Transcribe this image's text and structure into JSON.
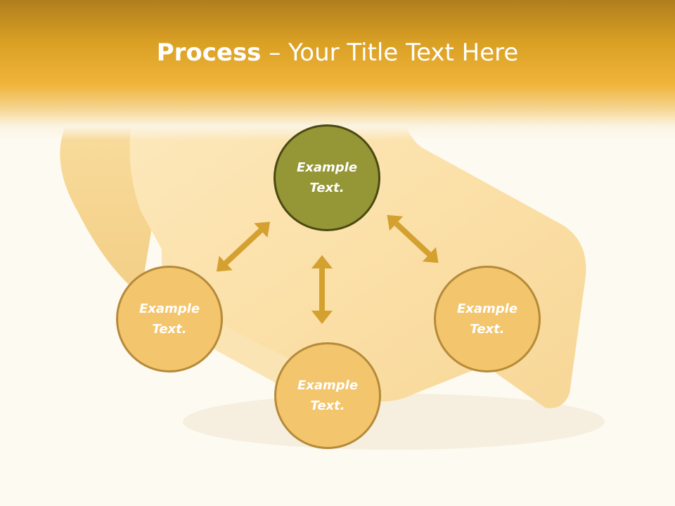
{
  "slide": {
    "title_bold": "Process",
    "title_rest": " – Your Title Text Here"
  },
  "nodes": {
    "top": {
      "line1": "Example",
      "line2": "Text."
    },
    "left": {
      "line1": "Example",
      "line2": "Text."
    },
    "right": {
      "line1": "Example",
      "line2": "Text."
    },
    "bottom": {
      "line1": "Example",
      "line2": "Text."
    }
  },
  "colors": {
    "accent": "#f0b43a",
    "node_light": "#f3c56c",
    "node_dark": "#959636",
    "arrow": "#d4a030"
  }
}
